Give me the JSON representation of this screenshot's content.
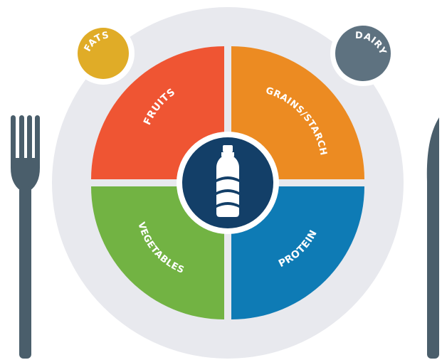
{
  "segments": {
    "fruits": {
      "label": "FRUITS",
      "color": "#ef5533"
    },
    "grains": {
      "label": "GRAINS/STARCH",
      "color": "#ec8b22"
    },
    "vegetables": {
      "label": "VEGETABLES",
      "color": "#72b343"
    },
    "protein": {
      "label": "PROTEIN",
      "color": "#0e7bb5"
    }
  },
  "side_items": {
    "fats": {
      "label": "FATS",
      "color": "#e0ac27"
    },
    "dairy": {
      "label": "DAIRY",
      "color": "#5e7280"
    }
  },
  "center": {
    "icon": "water-bottle-icon",
    "color": "#133f68"
  },
  "plate": {
    "rim_color": "#e8e9ee"
  },
  "cutlery": {
    "fork": "fork-icon",
    "knife": "knife-icon",
    "color": "#4a5e6b"
  }
}
